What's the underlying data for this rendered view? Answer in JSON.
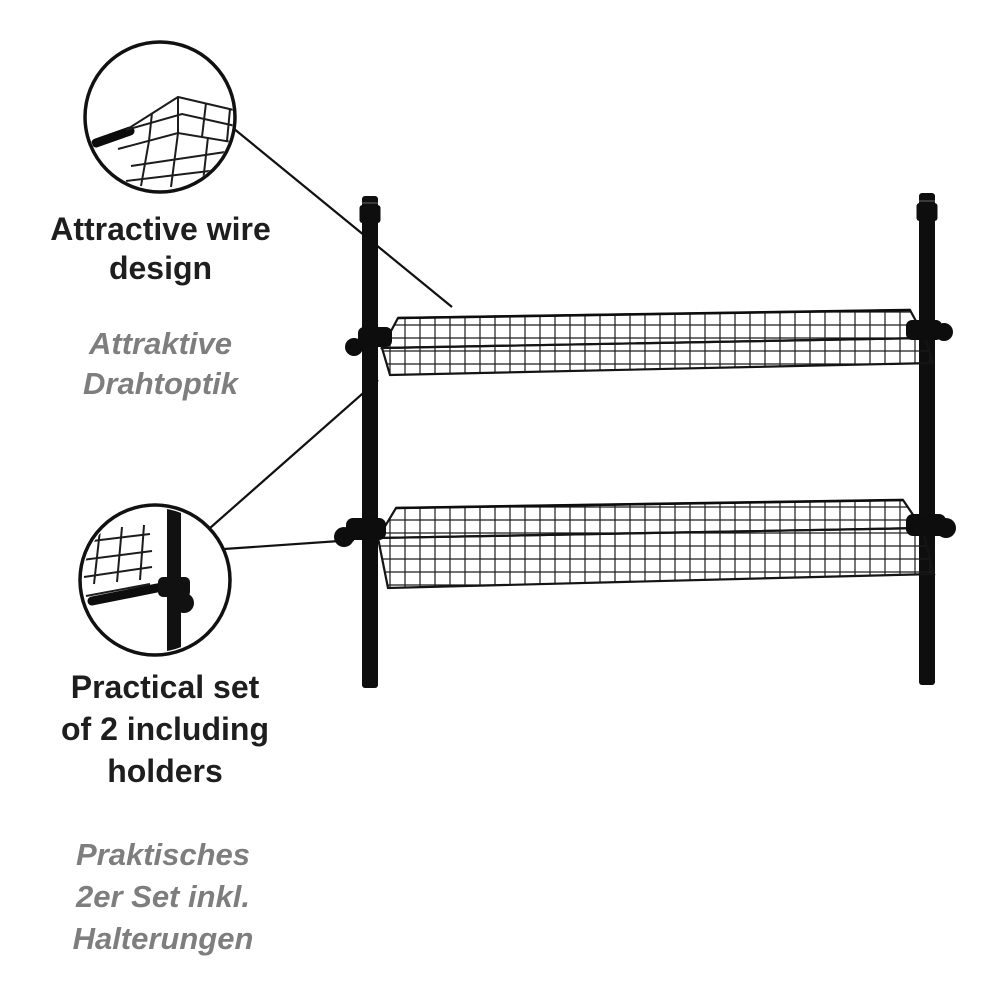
{
  "colors": {
    "background": "#ffffff",
    "product_black": "#111111",
    "title_text": "#1e1e1e",
    "subtitle_text": "#7e7e7e"
  },
  "callouts": [
    {
      "title": "Attractive wire\ndesign",
      "subtitle": "Attraktive\nDrahtoptik"
    },
    {
      "title": "Practical set\nof 2 including\nholders",
      "subtitle": "Praktisches\n2er Set inkl.\nHalterungen"
    }
  ]
}
